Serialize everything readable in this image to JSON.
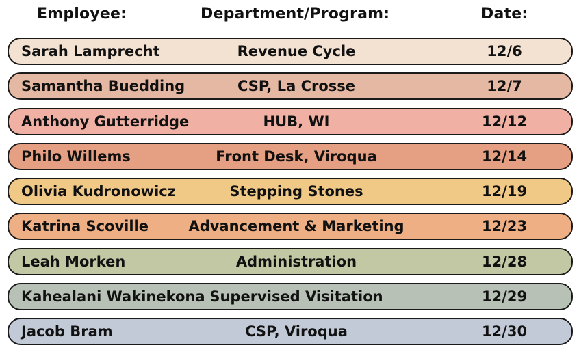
{
  "headers": {
    "employee": "Employee:",
    "department": "Department/Program:",
    "date": "Date:"
  },
  "rows": [
    {
      "employee": "Sarah Lamprecht",
      "department": "Revenue Cycle",
      "date": "12/6",
      "color": "#f3e1d1"
    },
    {
      "employee": "Samantha Buedding",
      "department": "CSP, La Crosse",
      "date": "12/7",
      "color": "#e4b8a2"
    },
    {
      "employee": "Anthony Gutterridge",
      "department": "HUB, WI",
      "date": "12/12",
      "color": "#f0b1a4"
    },
    {
      "employee": "Philo Willems",
      "department": "Front Desk, Viroqua",
      "date": "12/14",
      "color": "#e59f83"
    },
    {
      "employee": "Olivia Kudronowicz",
      "department": "Stepping Stones",
      "date": "12/19",
      "color": "#f1c987"
    },
    {
      "employee": "Katrina Scoville",
      "department": "Advancement & Marketing",
      "date": "12/23",
      "color": "#eeaf84"
    },
    {
      "employee": "Leah Morken",
      "department": "Administration",
      "date": "12/28",
      "color": "#c2c8a3"
    },
    {
      "employee": "Kahealani Wakinekona",
      "department": "Supervised Visitation",
      "date": "12/29",
      "color": "#b8c1b6"
    },
    {
      "employee": "Jacob Bram",
      "department": "CSP, Viroqua",
      "date": "12/30",
      "color": "#c1cad6"
    }
  ]
}
